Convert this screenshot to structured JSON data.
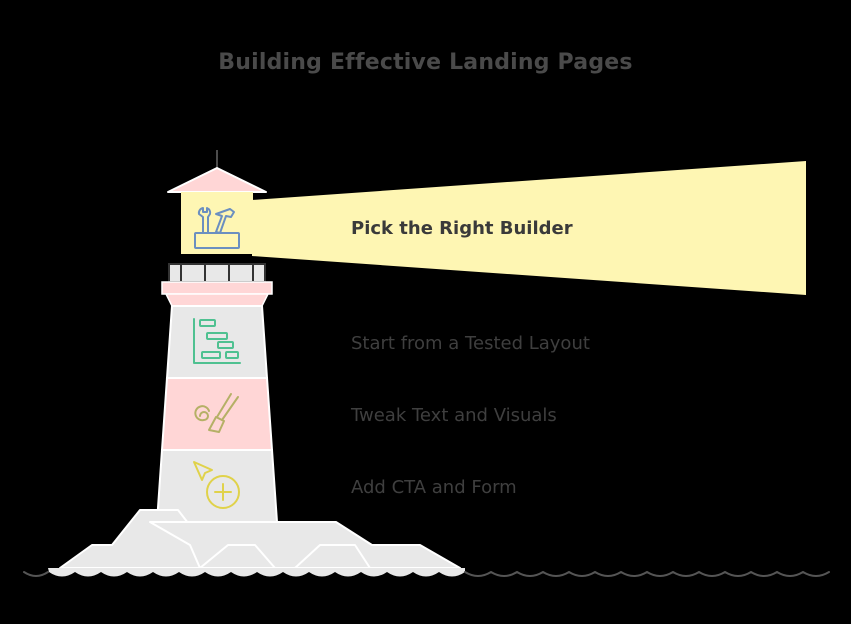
{
  "title": "Building Effective Landing Pages",
  "colors": {
    "background": "#000000",
    "beam": "#fef6b3",
    "pink": "#ffd6d6",
    "grey": "#e8e8e8",
    "title_text": "#4a4a4a",
    "step_text": "#3f3f3f",
    "icon_blue": "#6b8fc0",
    "icon_green": "#4fc191",
    "icon_olive": "#b5b066",
    "icon_yellow": "#e0d24a"
  },
  "steps": [
    {
      "label": "Pick the Right Builder",
      "icon": "toolbox-icon",
      "active": true
    },
    {
      "label": "Start from a Tested Layout",
      "icon": "gantt-layout-icon",
      "active": false
    },
    {
      "label": "Tweak Text and Visuals",
      "icon": "paintbrush-icon",
      "active": false
    },
    {
      "label": "Add CTA and Form",
      "icon": "cursor-plus-icon",
      "active": false
    }
  ]
}
